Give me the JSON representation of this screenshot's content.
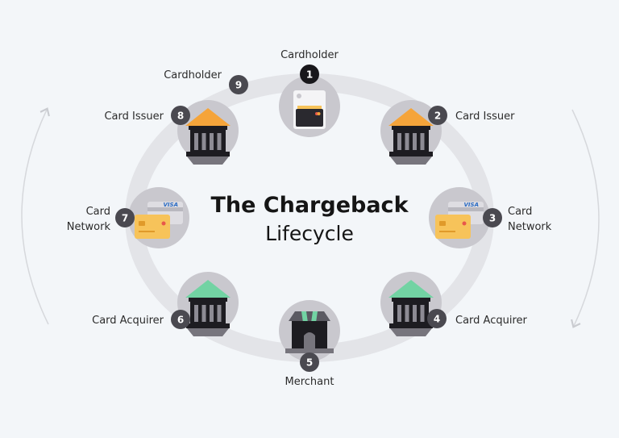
{
  "title": {
    "line1": "The Chargeback",
    "line2": "Lifecycle"
  },
  "colors": {
    "background": "#f3f6f9",
    "ring": "#e3e4e8",
    "node": "#c9c8ce",
    "badge": "#4a4950",
    "badge_active": "#18171b",
    "issuer_roof": "#f5a43a",
    "acquirer_roof": "#72d3a3",
    "card_yellow": "#f7c35a"
  },
  "steps": [
    {
      "number": "1",
      "label": [
        "Cardholder"
      ],
      "icon": "card-icon"
    },
    {
      "number": "2",
      "label": [
        "Card Issuer"
      ],
      "icon": "bank-icon"
    },
    {
      "number": "3",
      "label": [
        "Card",
        "Network"
      ],
      "icon": "cards-icon"
    },
    {
      "number": "4",
      "label": [
        "Card Acquirer"
      ],
      "icon": "bank-icon"
    },
    {
      "number": "5",
      "label": [
        "Merchant"
      ],
      "icon": "store-icon"
    },
    {
      "number": "6",
      "label": [
        "Card Acquirer"
      ],
      "icon": "bank-icon"
    },
    {
      "number": "7",
      "label": [
        "Card",
        "Network"
      ],
      "icon": "cards-icon"
    },
    {
      "number": "8",
      "label": [
        "Card Issuer"
      ],
      "icon": "bank-icon"
    },
    {
      "number": "9",
      "label": [
        "Cardholder"
      ],
      "icon": null
    }
  ],
  "card_brand": "VISA"
}
